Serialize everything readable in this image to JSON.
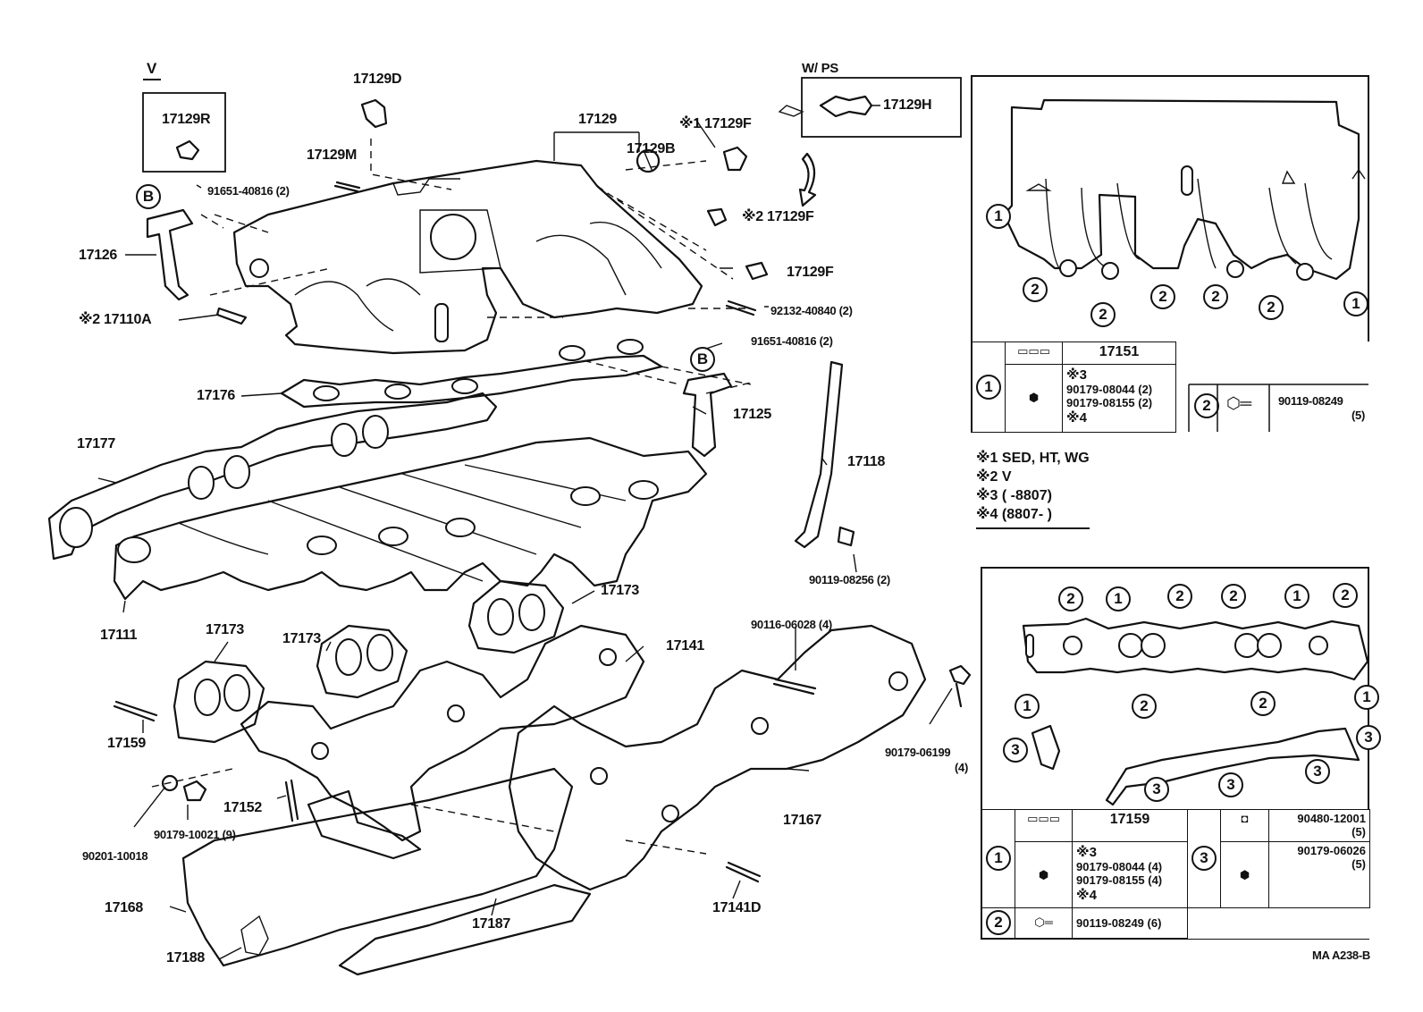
{
  "variant_mark": "V",
  "inset_label": "W/ PS",
  "ref": "MA  A238-B",
  "labels": {
    "p17129D": "17129D",
    "p17129R": "17129R",
    "p17129": "17129",
    "p17129F1": "※1 17129F",
    "p17129B": "17129B",
    "p17129M": "17129M",
    "p91651a": "91651-40816 (2)",
    "p17126": "17126",
    "p17129F2": "※2 17129F",
    "p17129F": "17129F",
    "p92132": "92132-40840 (2)",
    "p17110A": "※2 17110A",
    "p91651b": "91651-40816 (2)",
    "p17176": "17176",
    "p17125": "17125",
    "p17177": "17177",
    "p17118": "17118",
    "p90119_08256": "90119-08256 (2)",
    "p17111": "17111",
    "p17173a": "17173",
    "p17173b": "17173",
    "p17173c": "17173",
    "p17141": "17141",
    "p90116": "90116-06028 (4)",
    "p17159": "17159",
    "p90179_06199": "90179-06199",
    "p90179_06199q": "(4)",
    "p17167": "17167",
    "p17152": "17152",
    "p90179_10021": "90179-10021 (9)",
    "p90201": "90201-10018",
    "p17168": "17168",
    "p17187": "17187",
    "p17141D": "17141D",
    "p17188": "17188",
    "p17129H": "17129H",
    "b1": "B",
    "b2": "B"
  },
  "notes": [
    "※1 SED, HT, WG",
    "※2 V",
    "※3 (          -8807)",
    "※4 (8807-          )"
  ],
  "table1": {
    "r1_num": "1",
    "r1_part": "17151",
    "r1_note3": "※3",
    "r1_n1": "90179-08044 (2)",
    "r1_n2": "90179-08155 (2)",
    "r1_note4": "※4",
    "r2_num": "2",
    "r2_part": "90119-08249",
    "r2_qty": "(5)"
  },
  "table2": {
    "c1": "1",
    "part": "17159",
    "note3": "※3",
    "n1": "90179-08044 (4)",
    "n2": "90179-08155 (4)",
    "note4": "※4",
    "c2": "2",
    "n3": "90119-08249 (6)",
    "c3": "3",
    "p1": "90480-12001",
    "q1": "(5)",
    "p2": "90179-06026",
    "q2": "(5)"
  },
  "gasket_top_callouts": [
    "1",
    "2",
    "2",
    "2",
    "2",
    "2",
    "1"
  ],
  "gasket_bottom_callouts": [
    "2",
    "1",
    "2",
    "2",
    "1",
    "2",
    "1",
    "2",
    "2",
    "1",
    "3",
    "3",
    "3",
    "3",
    "3"
  ]
}
